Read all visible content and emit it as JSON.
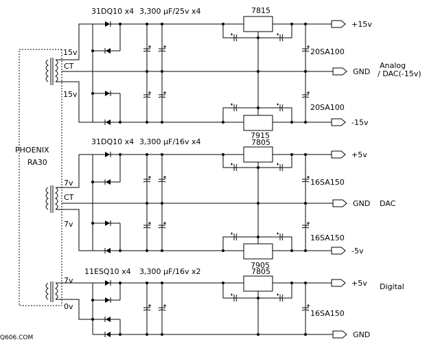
{
  "transformer": {
    "name": "PHOENIX",
    "model": "RA30"
  },
  "sections": [
    {
      "id": "analog",
      "taps": [
        "15v",
        "CT",
        "15v"
      ],
      "diode_label": "31DQ10 x4",
      "cap_label": "3,300 μF/25v x4",
      "reg_pos": "7815",
      "reg_neg": "7915",
      "out_cap_pos": "20SA100",
      "out_cap_neg": "20SA100",
      "outputs": [
        "+15v",
        "GND",
        "-15v"
      ],
      "purpose": [
        "Analog",
        "/ DAC(-15v)"
      ]
    },
    {
      "id": "dac",
      "taps": [
        "7v",
        "CT",
        "7v"
      ],
      "diode_label": "31DQ10 x4",
      "cap_label": "3,300 μF/16v x4",
      "reg_pos": "7805",
      "reg_neg": "7905",
      "out_cap_pos": "16SA150",
      "out_cap_neg": "16SA150",
      "outputs": [
        "+5v",
        "GND",
        "-5v"
      ],
      "purpose": "DAC"
    },
    {
      "id": "digital",
      "taps": [
        "7v",
        "0v"
      ],
      "diode_label": "11ESQ10 x4",
      "cap_label": "3,300 μF/16v x2",
      "reg_pos": "7805",
      "out_cap_pos": "16SA150",
      "outputs": [
        "+5v",
        "GND"
      ],
      "purpose": "Digital"
    }
  ],
  "watermark": "Q606.COM"
}
